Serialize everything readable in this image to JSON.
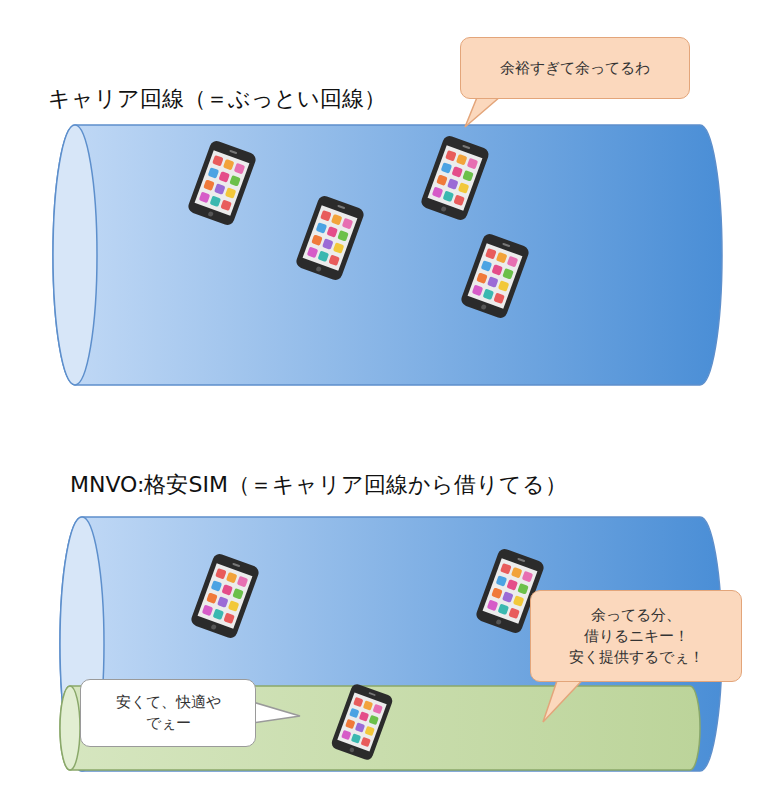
{
  "diagram": {
    "nodes": [
      {
        "text": [
          "余裕すぎて余ってるわ"
        ]
      },
      {
        "text": [
          "余ってる分、 借りるニキー！ 安く提供するでぇ！"
        ]
      },
      {
        "text": [
          "安くて、快適や でぇー"
        ]
      }
    ],
    "labels": [
      "キャリア回線（＝ぶっとい回線）",
      "MNVO:格安SIM（＝キャリア回線から借りてる）"
    ]
  }
}
